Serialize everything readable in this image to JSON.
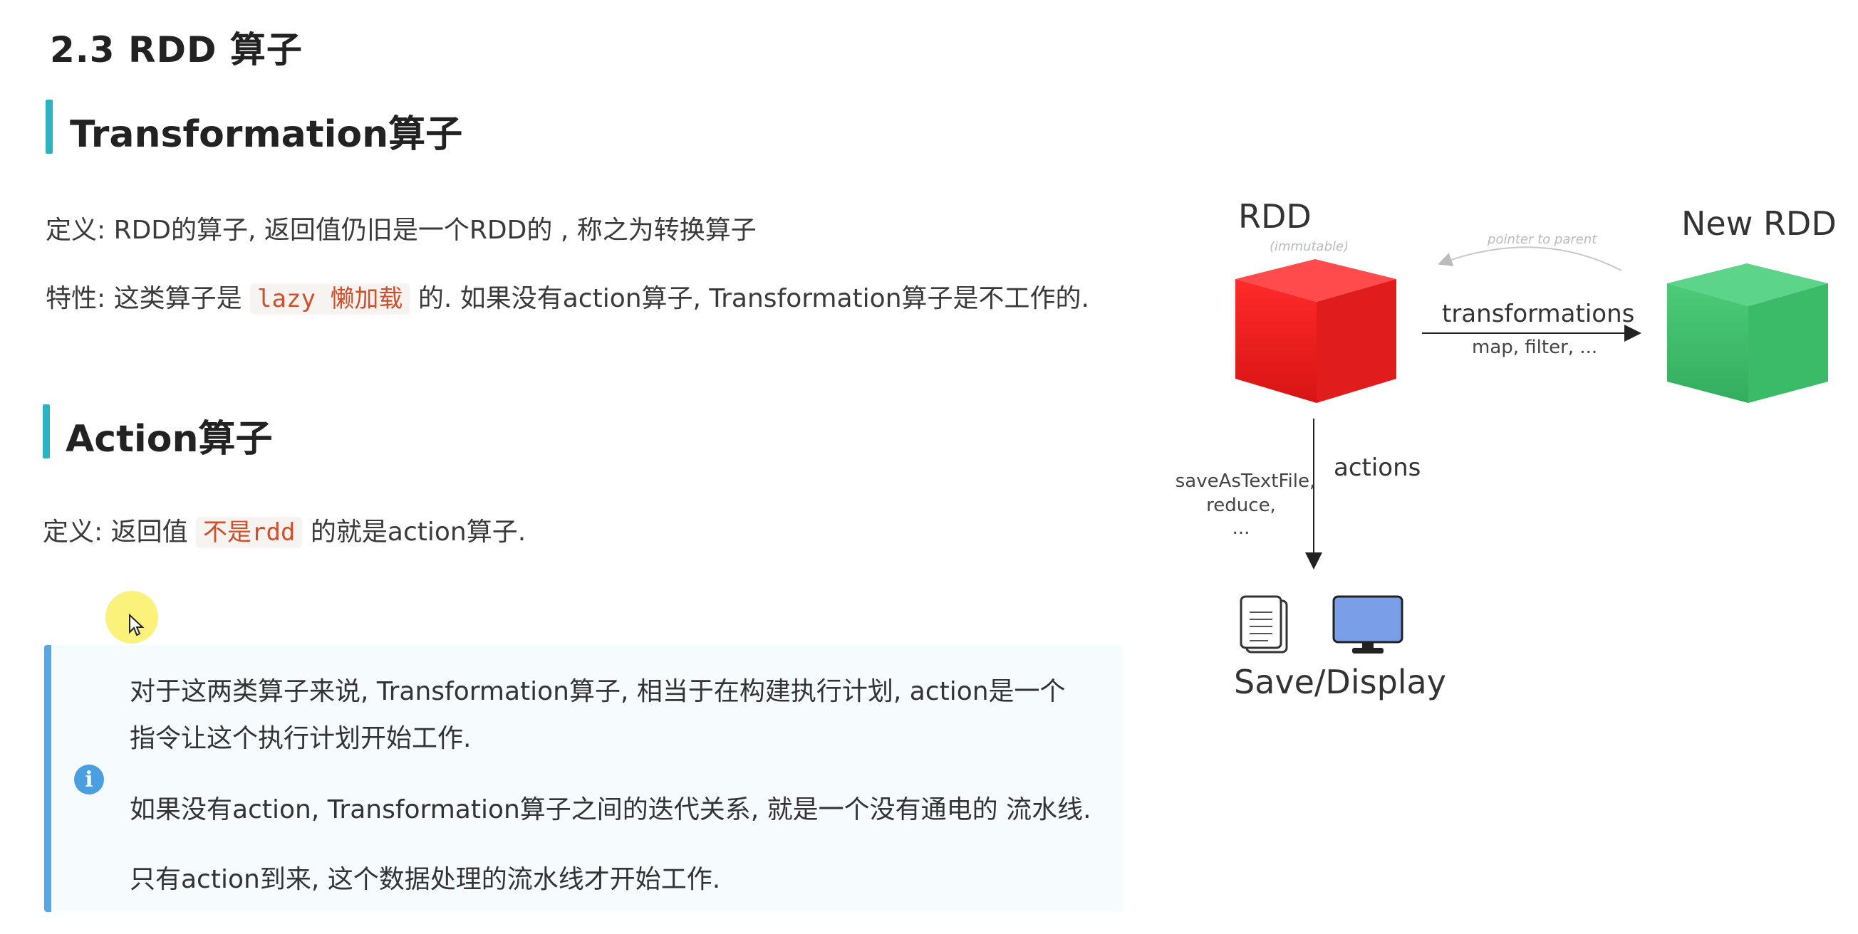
{
  "heading": "2.3 RDD 算子",
  "transformation": {
    "title": "Transformation算子",
    "definition": "定义: RDD的算子, 返回值仍旧是一个RDD的 , 称之为转换算子",
    "feature_prefix": "特性: 这类算子是",
    "feature_code": "lazy 懒加载",
    "feature_suffix": "的. 如果没有action算子, Transformation算子是不工作的."
  },
  "action": {
    "title": "Action算子",
    "definition_prefix": "定义: 返回值",
    "definition_code": "不是rdd",
    "definition_suffix": "的就是action算子."
  },
  "note": {
    "icon": "info-icon",
    "line1": "对于这两类算子来说, Transformation算子, 相当于在构建执行计划, action是一个",
    "line2": "指令让这个执行计划开始工作.",
    "line3": "如果没有action, Transformation算子之间的迭代关系, 就是一个没有通电的 流水线.",
    "line4": "只有action到来, 这个数据处理的流水线才开始工作."
  },
  "diagram": {
    "rdd_label": "RDD",
    "rdd_sublabel": "(immutable)",
    "new_rdd_label": "New RDD",
    "pointer_label": "pointer to parent",
    "transformations_label": "transformations",
    "transformations_examples": "map, filter, ...",
    "actions_label": "actions",
    "actions_examples": [
      "saveAsTextFile,",
      "reduce,",
      "..."
    ],
    "output_label": "Save/Display",
    "colors": {
      "rdd": "#e61e1e",
      "new_rdd": "#3dbf6a",
      "monitor": "#7b9ee8"
    }
  }
}
